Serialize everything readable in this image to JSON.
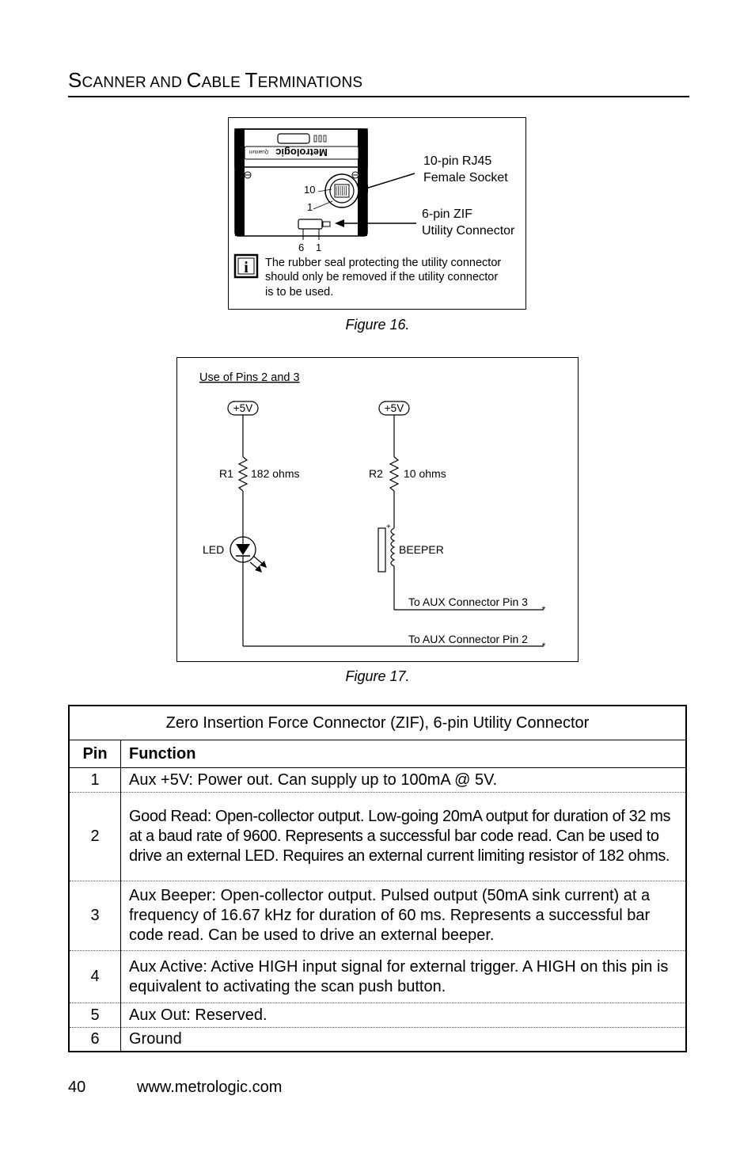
{
  "section_title": {
    "first_cap": "S",
    "rest1": "canner and ",
    "second_cap": "C",
    "rest2": "able ",
    "third_cap": "T",
    "rest3": "erminations"
  },
  "figure16": {
    "caption": "Figure 16.",
    "brand_label": "Metrologic",
    "sub_brand": "Quantum",
    "pin_10": "10",
    "pin_1": "1",
    "zif_pin_6": "6",
    "zif_pin_1": "1",
    "rj45_label_line1": "10-pin RJ45",
    "rj45_label_line2": "Female Socket",
    "zif_label_line1": "6-pin ZIF",
    "zif_label_line2": "Utility Connector",
    "info_icon": "i",
    "note_line1": "The rubber seal protecting the utility connector",
    "note_line2": "should only be removed if the utility connector",
    "note_line3": "is to be used."
  },
  "figure17": {
    "caption": "Figure 17.",
    "title": "Use of Pins 2 and 3",
    "left_supply": "+5V",
    "right_supply": "+5V",
    "r1_name": "R1",
    "r1_value": "182 ohms",
    "r2_name": "R2",
    "r2_value": "10 ohms",
    "led_label": "LED",
    "beeper_label": "BEEPER",
    "beeper_plus": "+",
    "aux_pin3_label": "To AUX Connector Pin 3",
    "aux_pin2_label": "To AUX Connector Pin 2"
  },
  "table": {
    "title": "Zero Insertion Force Connector (ZIF), 6-pin Utility Connector",
    "headers": {
      "pin": "Pin",
      "function": "Function"
    },
    "rows": [
      {
        "pin": "1",
        "function": "Aux +5V: Power out.  Can supply up to 100mA @ 5V."
      },
      {
        "pin": "2",
        "function": "Good Read: Open-collector output.  Low-going 20mA output for duration of 32 ms at a baud rate of 9600.  Represents a successful bar code read.  Can be used to drive an external LED.  Requires an external current limiting resistor of 182 ohms."
      },
      {
        "pin": "3",
        "function": "Aux Beeper: Open-collector output.  Pulsed output (50mA sink current) at a frequency of 16.67 kHz for duration of 60 ms.  Represents a successful bar code read.  Can be used to drive an external beeper."
      },
      {
        "pin": "4",
        "function": "Aux Active: Active HIGH input signal for external trigger.  A HIGH on this pin is equivalent to activating the scan push button."
      },
      {
        "pin": "5",
        "function": "Aux Out: Reserved."
      },
      {
        "pin": "6",
        "function": "Ground"
      }
    ]
  },
  "footer": {
    "page_number": "40",
    "website": "www.metrologic.com"
  }
}
